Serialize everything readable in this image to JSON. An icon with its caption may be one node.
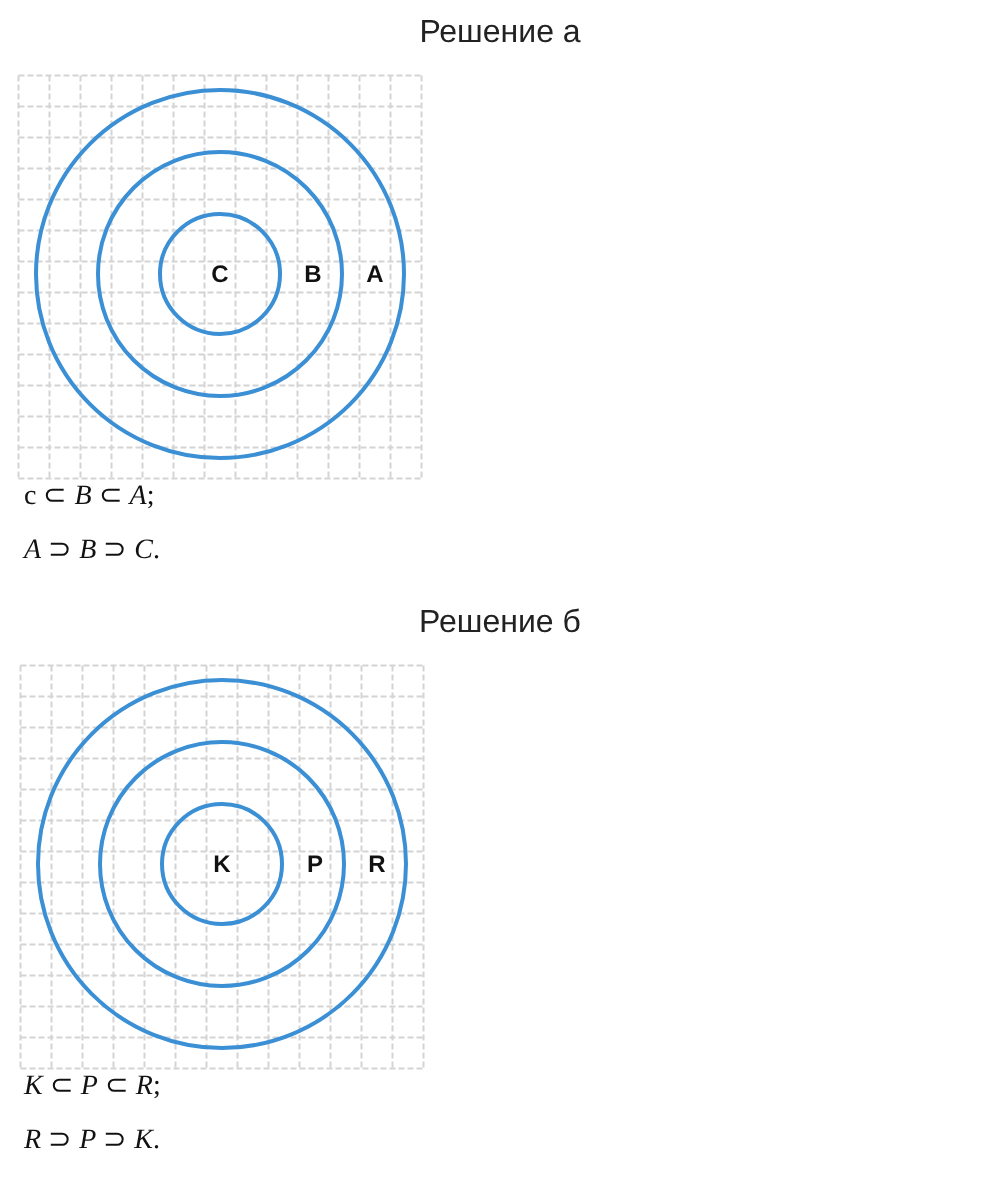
{
  "diagram": {
    "nodes": [
      {
        "text": [
          "A"
        ]
      },
      {
        "text": [
          "B"
        ],
        "in": 0
      },
      {
        "text": [
          "C"
        ],
        "in": 1
      },
      {
        "text": [
          "R"
        ]
      },
      {
        "text": [
          "P"
        ],
        "in": 3
      },
      {
        "text": [
          "K"
        ],
        "in": 4
      }
    ],
    "labels": [
      "Решение а",
      "c ⊂ *B* ⊂ *A*;",
      "*A* ⊃ *B* ⊃ *C*.",
      "Решение б",
      "*K* ⊂ *P* ⊂ *R*;",
      "*R* ⊃ *P* ⊃ *K*."
    ]
  }
}
